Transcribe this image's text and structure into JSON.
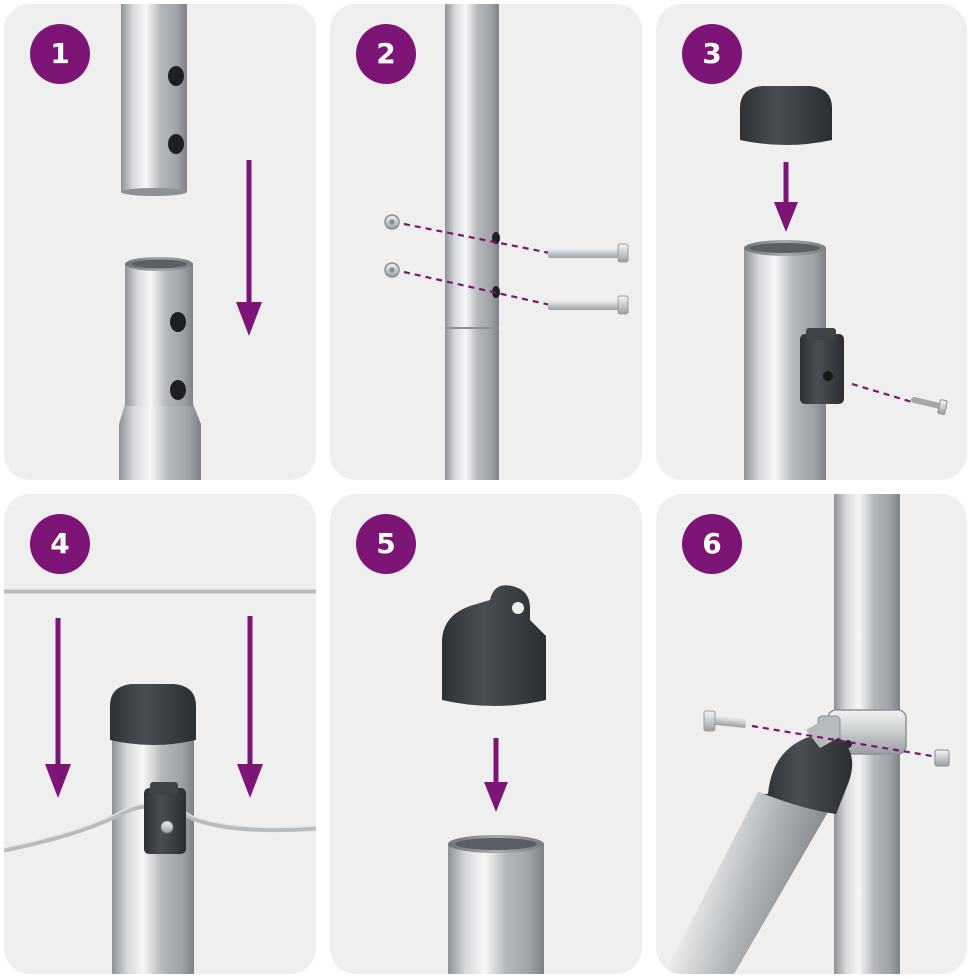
{
  "colors": {
    "accent": "#7d1577",
    "panel": "#efefef",
    "cap": "#3a3d40"
  },
  "steps": [
    {
      "number": "1"
    },
    {
      "number": "2"
    },
    {
      "number": "3"
    },
    {
      "number": "4"
    },
    {
      "number": "5"
    },
    {
      "number": "6"
    }
  ]
}
